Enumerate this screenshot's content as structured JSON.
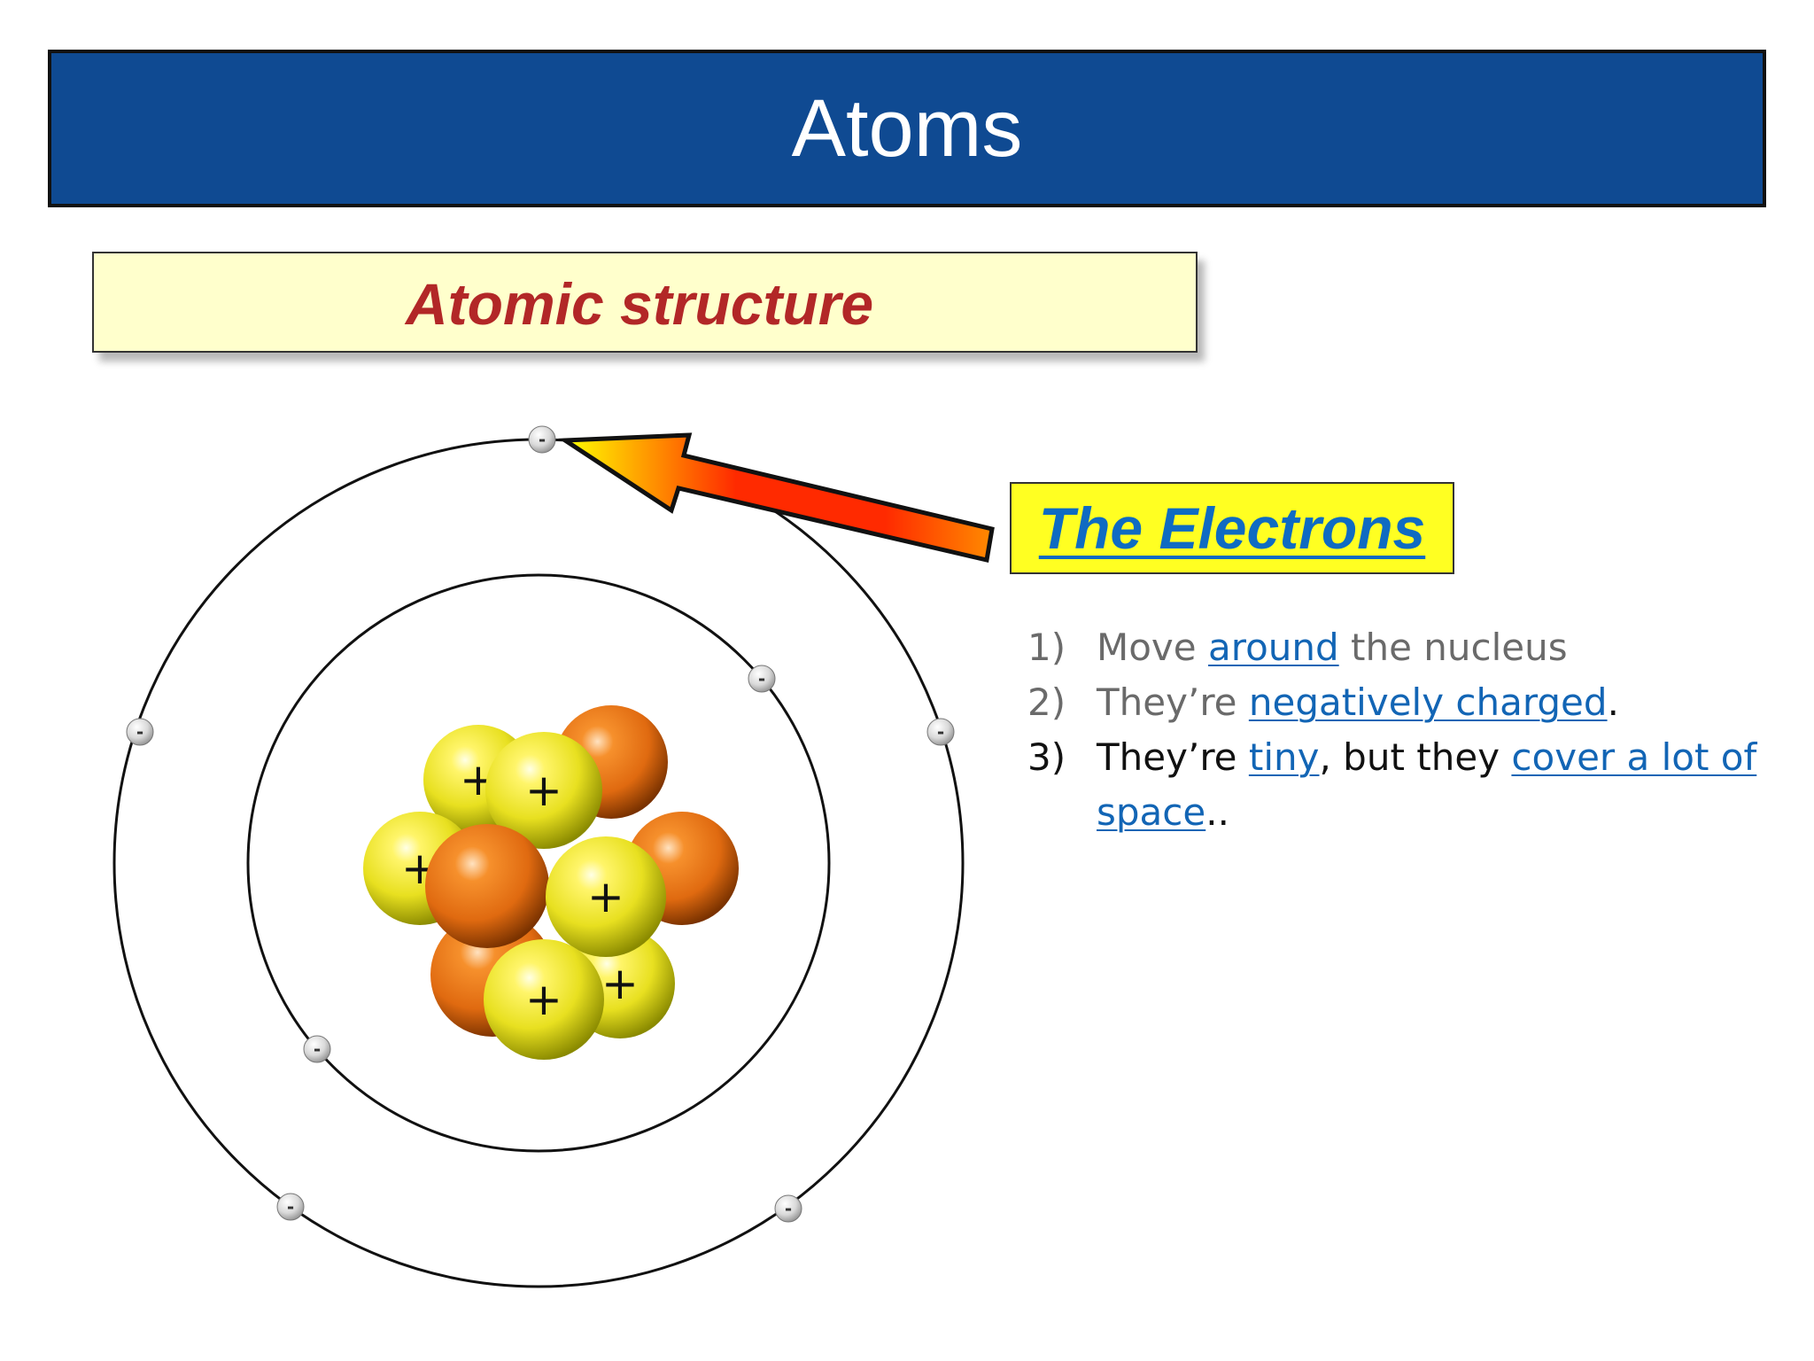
{
  "slide": {
    "title": "Atoms",
    "subtitle": "Atomic structure"
  },
  "callout": {
    "label": "The Electrons"
  },
  "nucleus": {
    "proton_symbol": "+",
    "electron_symbol": "-"
  },
  "facts": [
    {
      "num": "1)",
      "parts": [
        "Move ",
        "around",
        " the nucleus"
      ]
    },
    {
      "num": "2)",
      "parts": [
        "They’re ",
        "negatively charged",
        "."
      ]
    },
    {
      "num": "3)",
      "parts": [
        "They’re ",
        "tiny",
        ", but they ",
        "cover a lot of space",
        ".."
      ]
    }
  ],
  "colors": {
    "title_bar": "#0f4a92",
    "subtitle_bg": "#ffffcc",
    "subtitle_text": "#b22727",
    "callout_bg": "#ffff22",
    "link": "#1265b5",
    "proton": "#e8e020",
    "neutron": "#e06a10"
  }
}
